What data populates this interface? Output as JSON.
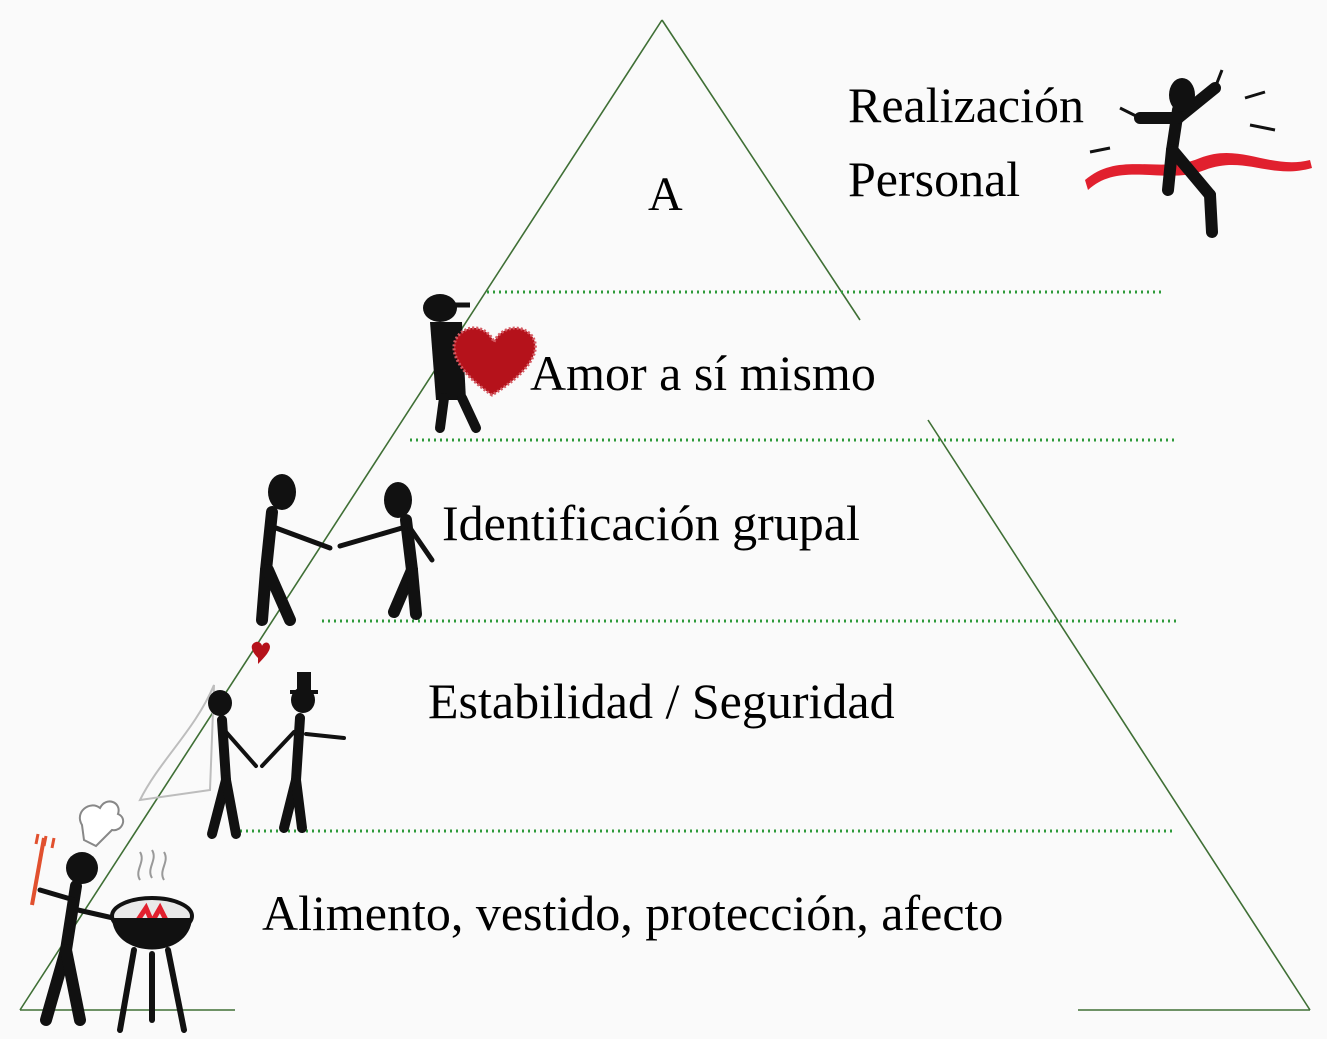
{
  "diagram": {
    "top_label": "A",
    "title_line1": "Realización",
    "title_line2": "Personal",
    "levels": [
      {
        "label": "Amor a sí mismo"
      },
      {
        "label": "Identificación grupal"
      },
      {
        "label": "Estabilidad / Seguridad"
      },
      {
        "label": "Alimento, vestido, protección, afecto"
      }
    ],
    "colors": {
      "pyramid_line": "#3f6f35",
      "dotted_line": "#2e9a3a",
      "accent_red": "#e1202e",
      "heart": "#b5121b",
      "figure": "#111111"
    },
    "illustrations": [
      "winner-figure-icon",
      "heart-carrying-figure-icon",
      "handshake-figures-icon",
      "wedding-couple-icon",
      "chef-barbecue-icon"
    ]
  }
}
